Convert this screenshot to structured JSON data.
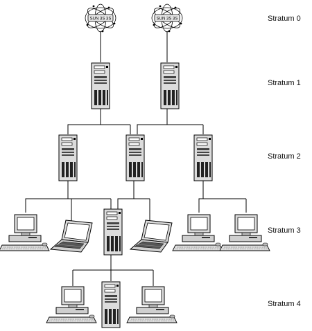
{
  "strata": [
    {
      "label": "Stratum 0"
    },
    {
      "label": "Stratum 1"
    },
    {
      "label": "Stratum 2"
    },
    {
      "label": "Stratum 3"
    },
    {
      "label": "Stratum 4"
    }
  ],
  "clock_label": "SUN 3S 3S",
  "colors": {
    "line": "#000000",
    "device_fill": "#d9d9d9",
    "device_dark": "#333333",
    "screen": "#ffffff"
  }
}
